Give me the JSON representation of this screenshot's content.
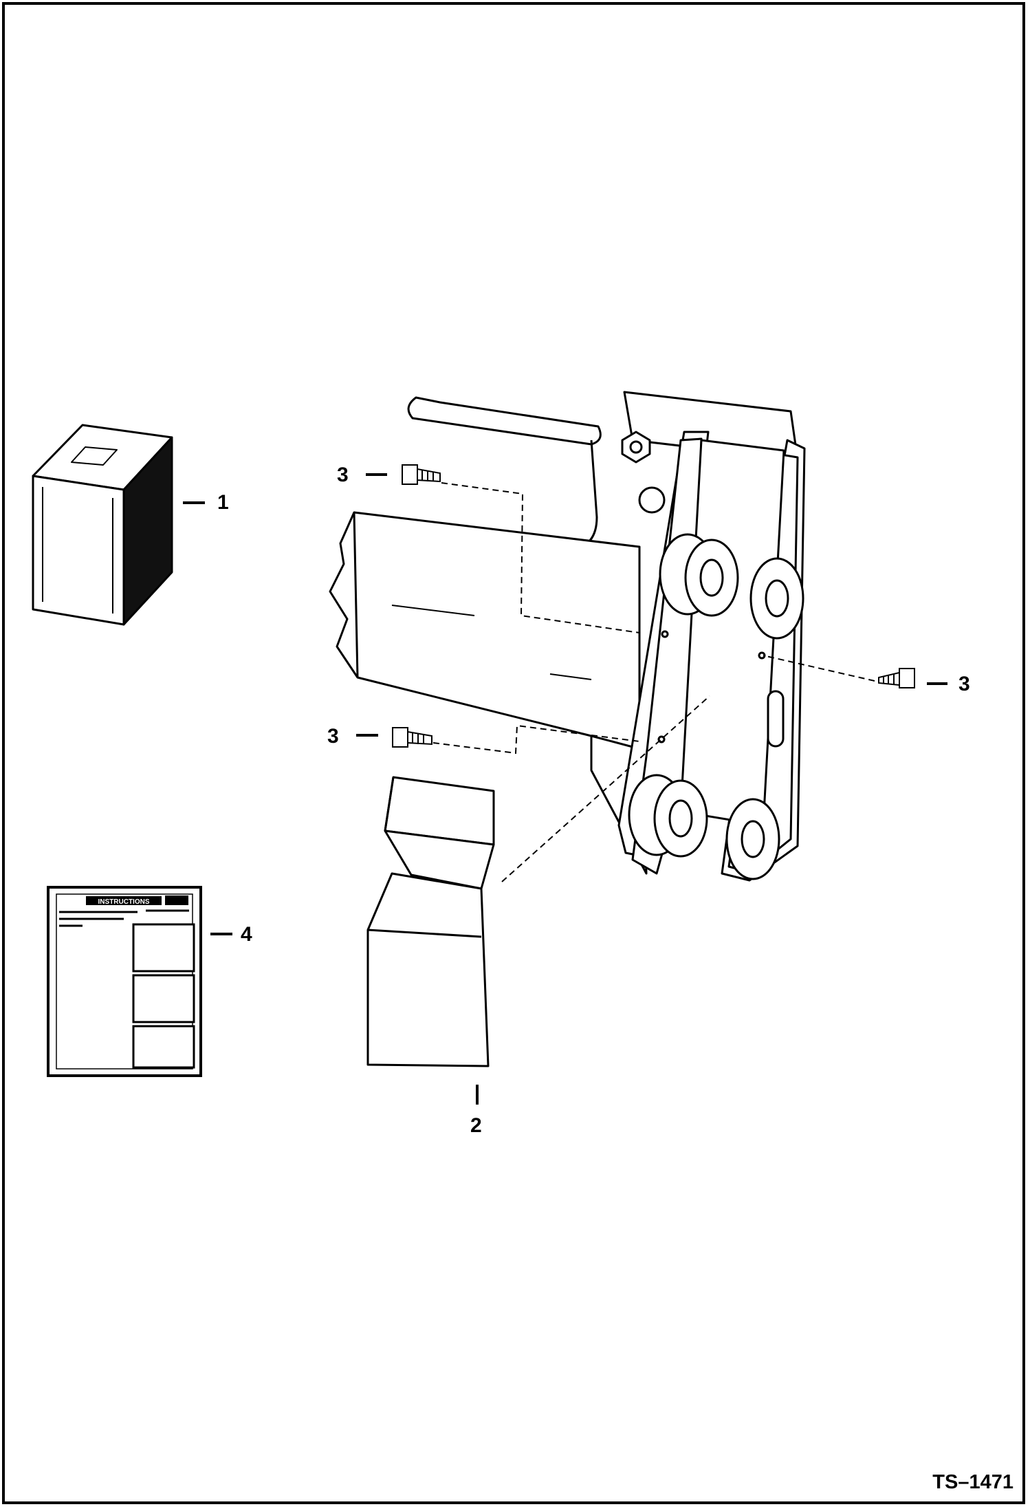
{
  "diagram": {
    "callouts": {
      "c1": "1",
      "c2": "2",
      "c3a": "3",
      "c3b": "3",
      "c3c": "3",
      "c4": "4"
    },
    "instruction_sheet_title": "INSTRUCTIONS",
    "document_number": "TS–1471",
    "colors": {
      "line": "#000000",
      "paper": "#ffffff"
    }
  }
}
